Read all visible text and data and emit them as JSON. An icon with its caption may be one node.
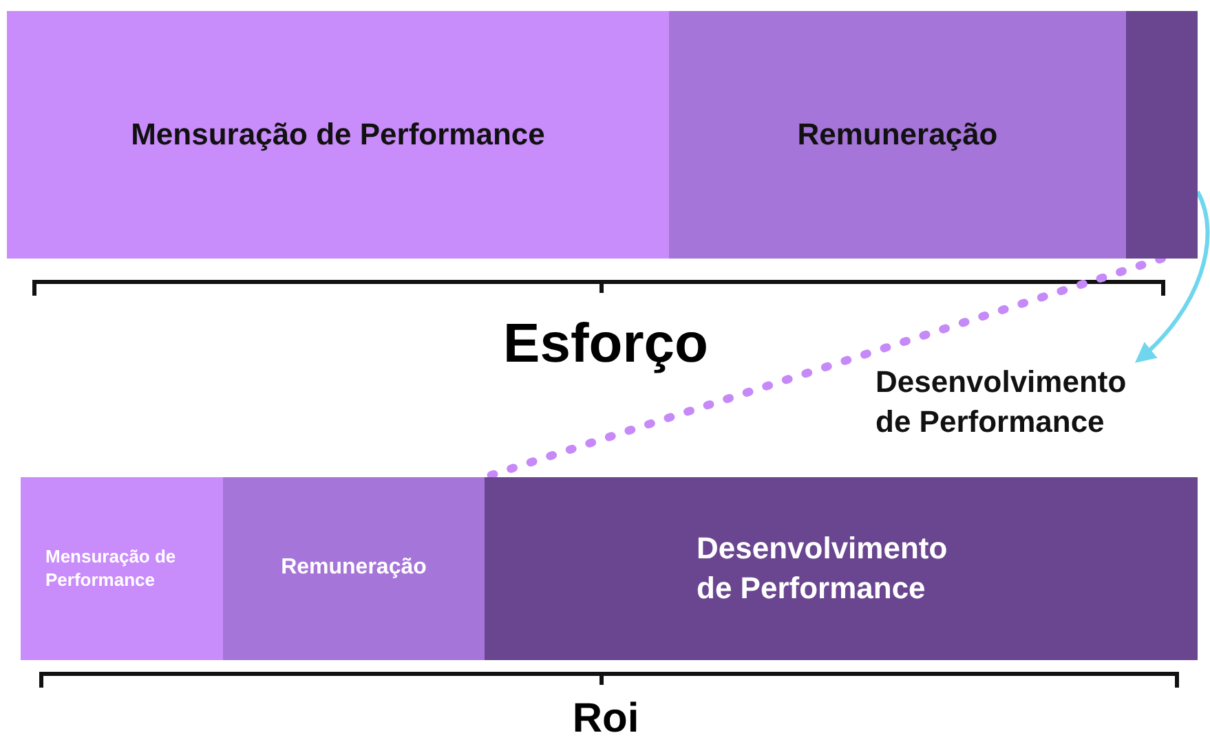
{
  "diagram": {
    "nodes": [
      {
        "text": [
          "Mensuração de Performance"
        ]
      },
      {
        "text": [
          "Remuneração"
        ]
      },
      {
        "text": [],
        "shape": "box"
      },
      {
        "text": [
          "Desenvolvimento de Performance"
        ]
      },
      {
        "text": [
          "Mensuração de Performance"
        ]
      },
      {
        "text": [
          "Remuneração"
        ]
      },
      {
        "text": [
          "Desenvolvimento de Performance"
        ]
      }
    ],
    "edges": [
      {
        "from": 2,
        "to": 3,
        "arrow": "to",
        "color": "#6fd6ee"
      },
      {
        "from": 2,
        "to": 6,
        "arrow": "none",
        "style": "dashed",
        "color": "#c58af7"
      }
    ],
    "labels": [
      "Esforço",
      "Roi"
    ]
  }
}
